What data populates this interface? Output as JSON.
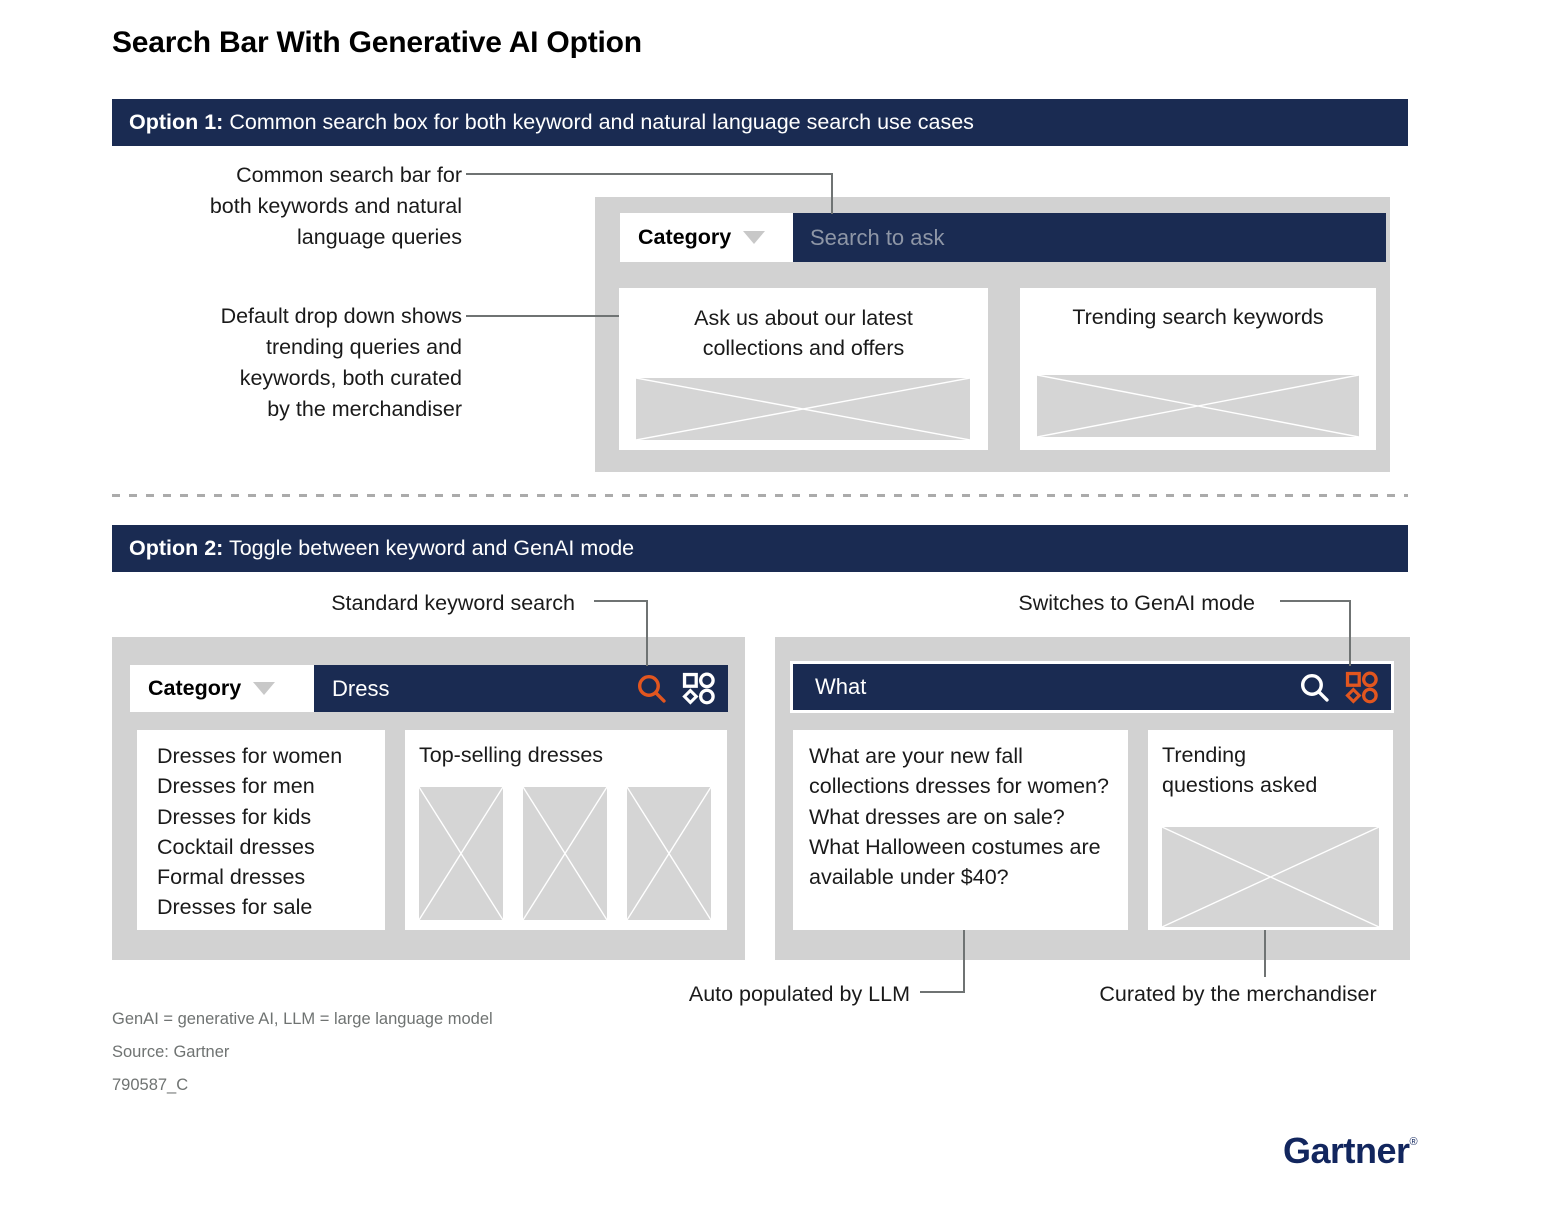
{
  "page": {
    "title": "Search Bar With Generative AI Option"
  },
  "colors": {
    "navy": "#1A2B52",
    "orange": "#E2561F",
    "panel_gray": "#D2D2D2",
    "placeholder_gray": "#D5D5D5",
    "footer_gray": "#6F7372"
  },
  "icons": {
    "search": "magnifier-icon",
    "mode_toggle": "shapes-toggle-icon",
    "category_dropdown": "triangle-down-icon",
    "placeholder_image": "crossed-box-image-placeholder"
  },
  "option1": {
    "banner_bold": "Option 1:",
    "banner_rest": " Common search box for both keyword and natural language search use cases",
    "annotation_search_bar_lines": [
      "Common search bar for",
      "both keywords and natural",
      "language queries"
    ],
    "annotation_dropdown_lines": [
      "Default drop down shows",
      "trending queries and",
      "keywords, both curated",
      "by the merchandiser"
    ],
    "mock": {
      "category_label": "Category",
      "search_placeholder": "Search to ask",
      "left_card_text": "Ask us about our latest collections and offers",
      "right_card_title": "Trending search keywords"
    }
  },
  "option2": {
    "banner_bold": "Option 2:",
    "banner_rest": " Toggle between keyword and GenAI mode",
    "annotation_keyword": "Standard keyword search",
    "annotation_genai": "Switches to GenAI mode",
    "annotation_auto": "Auto populated by LLM",
    "annotation_curated": "Curated by the merchandiser",
    "keyword_mock": {
      "category_label": "Category",
      "query": "Dress",
      "suggestions": [
        "Dresses for women",
        "Dresses for men",
        "Dresses for kids",
        "Cocktail dresses",
        "Formal dresses",
        "Dresses for sale"
      ],
      "card_title": "Top-selling dresses"
    },
    "genai_mock": {
      "query": "What",
      "questions": [
        "What are your new fall collections dresses for women?",
        "What dresses are on sale?",
        "What Halloween costumes are available under $40?"
      ],
      "card_title": "Trending questions asked"
    }
  },
  "footer": {
    "note": "GenAI = generative AI, LLM = large language model",
    "source": "Source: Gartner",
    "doc_id": "790587_C",
    "logo": "Gartner"
  }
}
